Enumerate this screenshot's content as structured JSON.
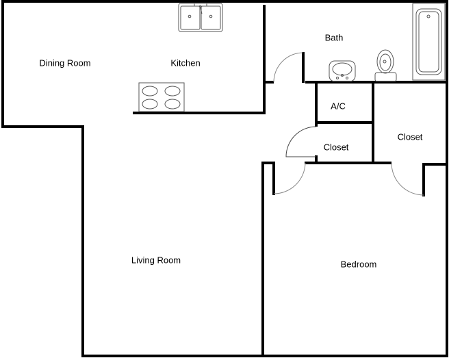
{
  "rooms": {
    "dining": "Dining Room",
    "kitchen": "Kitchen",
    "bath": "Bath",
    "ac": "A/C",
    "closet_small": "Closet",
    "closet_large": "Closet",
    "living": "Living Room",
    "bedroom": "Bedroom"
  },
  "colors": {
    "wall": "#000000",
    "fixture": "#555555",
    "door": "#888888"
  }
}
